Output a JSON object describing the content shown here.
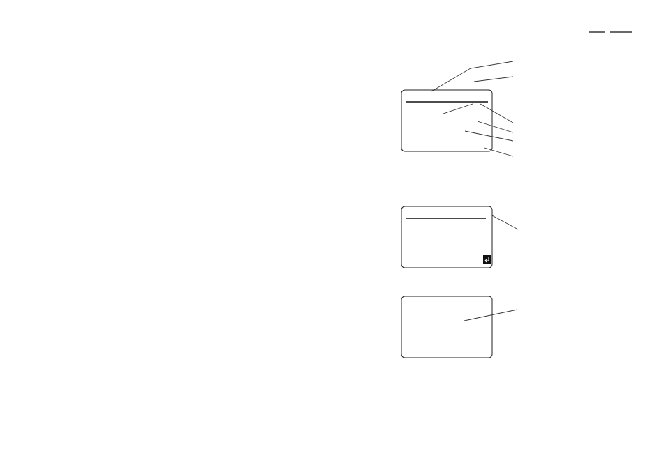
{
  "figure": {
    "screens": [
      {
        "id": "screen-top",
        "has_header_rule": true,
        "callouts": 7
      },
      {
        "id": "screen-middle",
        "has_header_rule": true,
        "has_enter_key": true,
        "callouts": 1
      },
      {
        "id": "screen-bottom",
        "has_header_rule": false,
        "callouts": 1
      }
    ],
    "enter_key": {
      "icon": "enter-key-icon",
      "glyph": "↵"
    },
    "page_header": {
      "marks": 2
    }
  }
}
